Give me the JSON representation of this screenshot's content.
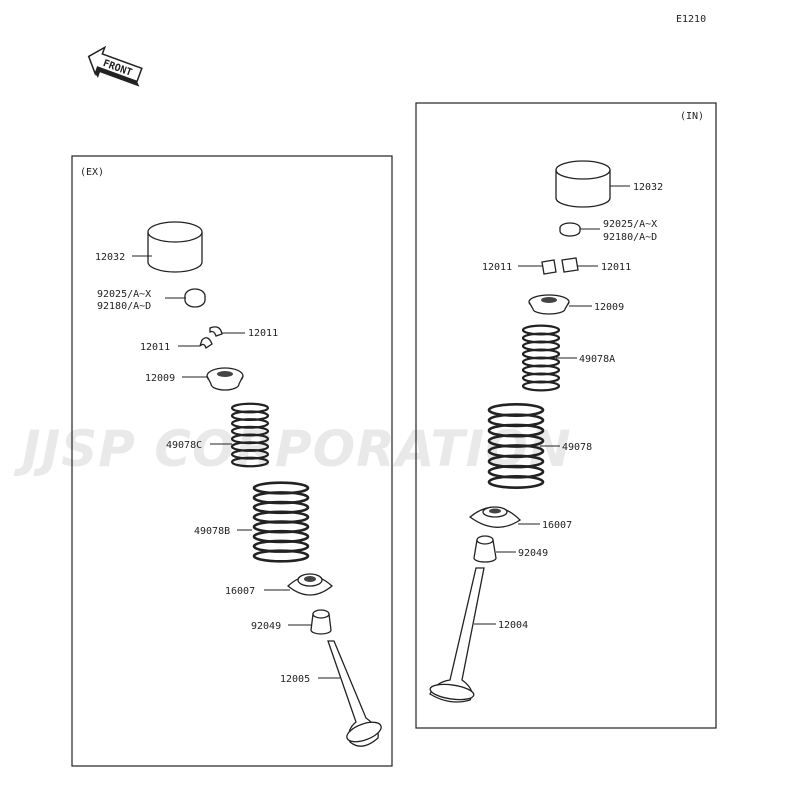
{
  "diagram_code": "E1210",
  "front_label": "FRONT",
  "watermark": "JJSP CORPORATION",
  "exhaust": {
    "title": "(EX)",
    "labels": {
      "tappet": "12032",
      "shim_a": "92025/A~X",
      "shim_b": "92180/A~D",
      "cotter_1": "12011",
      "cotter_2": "12011",
      "retainer": "12009",
      "spring_inner": "49078C",
      "spring_outer": "49078B",
      "spring_seat": "16007",
      "stem_seal": "92049",
      "valve": "12005"
    }
  },
  "intake": {
    "title": "(IN)",
    "labels": {
      "tappet": "12032",
      "shim_a": "92025/A~X",
      "shim_b": "92180/A~D",
      "cotter_1": "12011",
      "cotter_2": "12011",
      "retainer": "12009",
      "spring_inner": "49078A",
      "spring_outer": "49078",
      "spring_seat": "16007",
      "stem_seal": "92049",
      "valve": "12004"
    }
  }
}
